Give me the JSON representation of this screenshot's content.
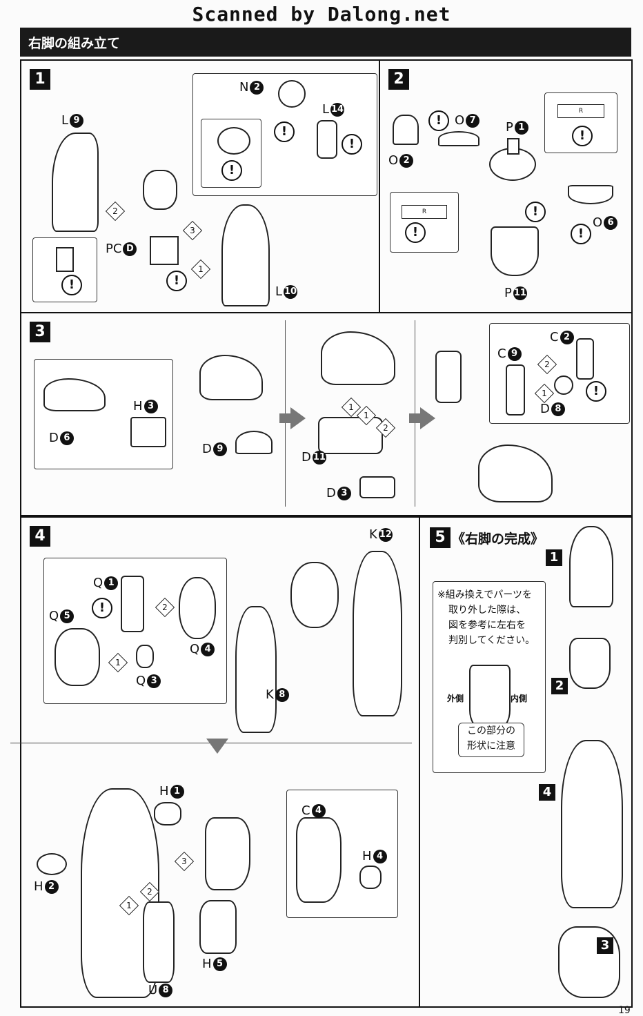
{
  "watermark": "Scanned by Dalong.net",
  "header": {
    "title": "右脚の組み立て"
  },
  "steps": {
    "s1": {
      "num": "1",
      "labels": {
        "l9": "L",
        "l9c": "9",
        "n2": "N",
        "n2c": "2",
        "l14": "L",
        "l14c": "14",
        "pcd": "PC",
        "pcdc": "D",
        "l10": "L",
        "l10c": "10"
      }
    },
    "s2": {
      "num": "2",
      "labels": {
        "o7": "O",
        "o7c": "7",
        "p1": "P",
        "p1c": "1",
        "o2": "O",
        "o2c": "2",
        "o6": "O",
        "o6c": "6",
        "p11": "P",
        "p11c": "11"
      },
      "marks": {
        "r1": "R",
        "r2": "R"
      }
    },
    "s3": {
      "num": "3",
      "labels": {
        "h3": "H",
        "h3c": "3",
        "d6": "D",
        "d6c": "6",
        "d9": "D",
        "d9c": "9",
        "d11": "D",
        "d11c": "11",
        "d3": "D",
        "d3c": "3",
        "c2": "C",
        "c2c": "2",
        "c9": "C",
        "c9c": "9",
        "d8": "D",
        "d8c": "8"
      }
    },
    "s4": {
      "num": "4",
      "labels": {
        "q1": "Q",
        "q1c": "1",
        "q5": "Q",
        "q5c": "5",
        "q4": "Q",
        "q4c": "4",
        "q3": "Q",
        "q3c": "3",
        "k12": "K",
        "k12c": "12",
        "k8": "K",
        "k8c": "8",
        "h1": "H",
        "h1c": "1",
        "h2": "H",
        "h2c": "2",
        "c4": "C",
        "c4c": "4",
        "h4": "H",
        "h4c": "4",
        "h5": "H",
        "h5c": "5",
        "u8": "U",
        "u8c": "8"
      }
    },
    "s5": {
      "num": "5",
      "title": "《右脚の完成》",
      "note": [
        "※組み換えでパーツを",
        "取り外した際は、",
        "図を参考に左右を",
        "判別してください。"
      ],
      "outer": "外側",
      "inner": "内側",
      "caution": [
        "この部分の",
        "形状に注意"
      ],
      "sub": [
        "1",
        "2",
        "4",
        "3"
      ]
    }
  },
  "seq": {
    "one": "1",
    "two": "2",
    "three": "3"
  },
  "warn": "!",
  "page_number": "19"
}
